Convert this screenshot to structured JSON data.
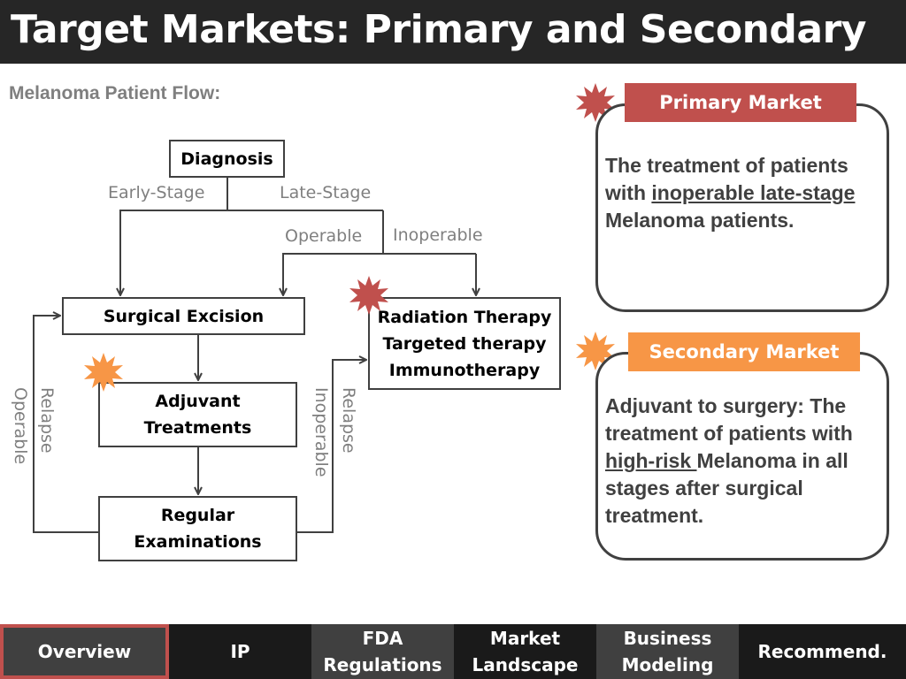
{
  "header": {
    "title": "Target Markets: Primary and Secondary"
  },
  "subtitle": "Melanoma Patient Flow:",
  "flow": {
    "boxes": {
      "diagnosis": "Diagnosis",
      "surgical_excision": "Surgical Excision",
      "therapy_line1": "Radiation Therapy",
      "therapy_line2": "Targeted therapy",
      "therapy_line3": "Immunotherapy",
      "adjuvant_line1": "Adjuvant",
      "adjuvant_line2": "Treatments",
      "regular_line1": "Regular",
      "regular_line2": "Examinations"
    },
    "labels": {
      "early_stage": "Early-Stage",
      "late_stage": "Late-Stage",
      "operable": "Operable",
      "inoperable": "Inoperable",
      "relapse_left": "Relapse",
      "operable_side": "Operable",
      "relapse_right": "Relapse",
      "inoperable_side": "Inoperable"
    }
  },
  "primary_market": {
    "header": "Primary Market",
    "text_1": "The treatment of patients with ",
    "text_underlined": "inoperable late-stage ",
    "text_2": "Melanoma patients.",
    "color": "#c0504d"
  },
  "secondary_market": {
    "header": "Secondary Market",
    "text_1": "Adjuvant to surgery: The treatment of patients with ",
    "text_underlined": "high-risk ",
    "text_2": "Melanoma in all stages after surgical treatment.",
    "color": "#f79646"
  },
  "nav": {
    "overview": "Overview",
    "ip": "IP",
    "fda_line1": "FDA",
    "fda_line2": "Regulations",
    "market_line1": "Market",
    "market_line2": "Landscape",
    "business_line1": "Business",
    "business_line2": "Modeling",
    "recommend": "Recommend.",
    "active": "Overview",
    "active_border_color": "#c0504d"
  }
}
